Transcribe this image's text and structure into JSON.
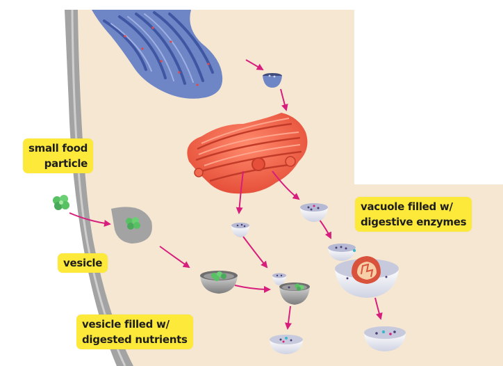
{
  "labels": {
    "food_particle": [
      "small food",
      "particle"
    ],
    "vacuole_enzymes": [
      "vacuole filled w/",
      "digestive enzymes"
    ],
    "vesicle": "vesicle",
    "vesicle_nutrients": [
      "vesicle filled w/",
      "digested nutrients"
    ]
  },
  "colors": {
    "cytoplasm": "#f6e7d3",
    "membrane": "#9e9e9e",
    "er": "#6f86c6",
    "golgi": "#f26a4f",
    "arrow": "#d81e7c",
    "label_bg": "#fde93a",
    "food": "#57c163"
  },
  "icons": [
    "rough-er-icon",
    "golgi-apparatus-icon",
    "vesicle-icon",
    "food-particle-icon",
    "lysosome-icon",
    "arrow-icon"
  ]
}
